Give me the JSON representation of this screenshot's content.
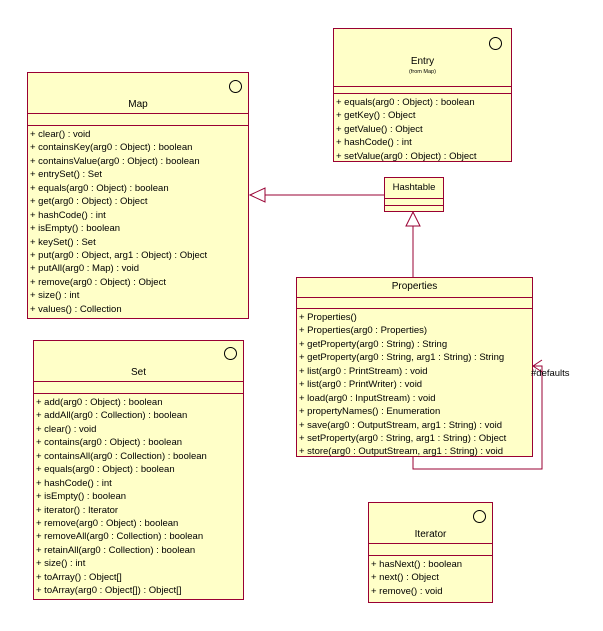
{
  "classes": {
    "entry": {
      "name": "Entry",
      "package": "(from Map)",
      "operations": [
        "+ equals(arg0 : Object) : boolean",
        "+ getKey() : Object",
        "+ getValue() : Object",
        "+ hashCode() : int",
        "+ setValue(arg0 : Object) : Object"
      ]
    },
    "map": {
      "name": "Map",
      "operations": [
        "+ clear() : void",
        "+ containsKey(arg0 : Object) : boolean",
        "+ containsValue(arg0 : Object) : boolean",
        "+ entrySet() : Set",
        "+ equals(arg0 : Object) : boolean",
        "+ get(arg0 : Object) : Object",
        "+ hashCode() : int",
        "+ isEmpty() : boolean",
        "+ keySet() : Set",
        "+ put(arg0 : Object, arg1 : Object) : Object",
        "+ putAll(arg0 : Map) : void",
        "+ remove(arg0 : Object) : Object",
        "+ size() : int",
        "+ values() : Collection"
      ]
    },
    "hashtable": {
      "name": "Hashtable"
    },
    "properties": {
      "name": "Properties",
      "operations": [
        "+ Properties()",
        "+ Properties(arg0 : Properties)",
        "+ getProperty(arg0 : String) : String",
        "+ getProperty(arg0 : String, arg1 : String) : String",
        "+ list(arg0 : PrintStream) : void",
        "+ list(arg0 : PrintWriter) : void",
        "+ load(arg0 : InputStream) : void",
        "+ propertyNames() : Enumeration",
        "+ save(arg0 : OutputStream, arg1 : String) : void",
        "+ setProperty(arg0 : String, arg1 : String) : Object",
        "+ store(arg0 : OutputStream, arg1 : String) : void"
      ]
    },
    "set": {
      "name": "Set",
      "operations": [
        "+ add(arg0 : Object) : boolean",
        "+ addAll(arg0 : Collection) : boolean",
        "+ clear() : void",
        "+ contains(arg0 : Object) : boolean",
        "+ containsAll(arg0 : Collection) : boolean",
        "+ equals(arg0 : Object) : boolean",
        "+ hashCode() : int",
        "+ isEmpty() : boolean",
        "+ iterator() : Iterator",
        "+ remove(arg0 : Object) : boolean",
        "+ removeAll(arg0 : Collection) : boolean",
        "+ retainAll(arg0 : Collection) : boolean",
        "+ size() : int",
        "+ toArray() : Object[]",
        "+ toArray(arg0 : Object[]) : Object[]"
      ]
    },
    "iterator": {
      "name": "Iterator",
      "operations": [
        "+ hasNext() : boolean",
        "+ next() : Object",
        "+ remove() : void"
      ]
    }
  },
  "relations": {
    "self_association_label": "#defaults"
  },
  "colors": {
    "class_fill": "#ffffc8",
    "class_border": "#990033",
    "connector": "#990033"
  }
}
